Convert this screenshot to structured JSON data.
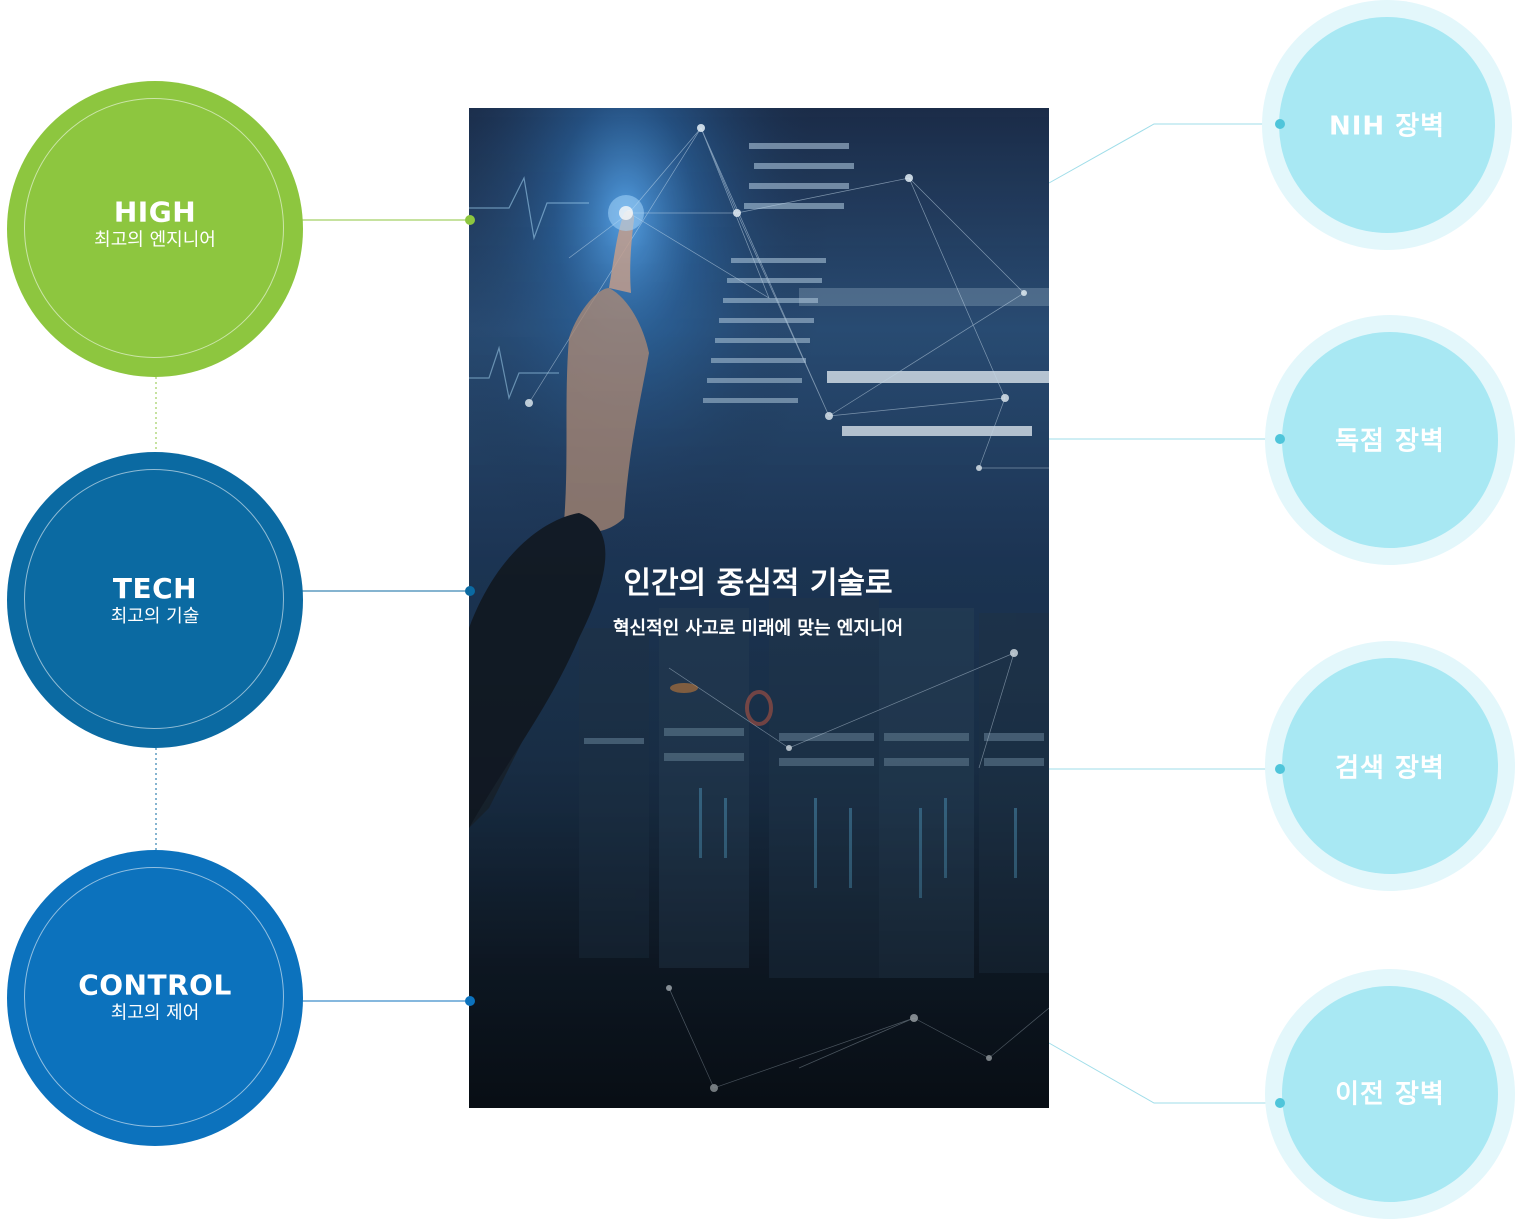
{
  "left_nodes": [
    {
      "title": "HIGH",
      "subtitle": "최고의 엔지니어",
      "color": "#8dc63f"
    },
    {
      "title": "TECH",
      "subtitle": "최고의 기술",
      "color": "#0b6aa2"
    },
    {
      "title": "CONTROL",
      "subtitle": "최고의 제어",
      "color": "#0c72bd"
    }
  ],
  "center": {
    "title": "인간의 중심적 기술로",
    "subtitle": "혁신적인 사고로 미래에 맞는 엔지니어"
  },
  "right_nodes": [
    {
      "label": "NIH 장벽"
    },
    {
      "label": "독점 장벽"
    },
    {
      "label": "검색 장벽"
    },
    {
      "label": "이전 장벽"
    }
  ],
  "colors": {
    "green": "#8dc63f",
    "dark_blue": "#0b6aa2",
    "blue": "#0c72bd",
    "light_cyan": "#a8e8f3",
    "pale_cyan": "#e3f7fb",
    "connector_cyan": "#7fd4e4",
    "dot_cyan": "#4fc5da"
  }
}
